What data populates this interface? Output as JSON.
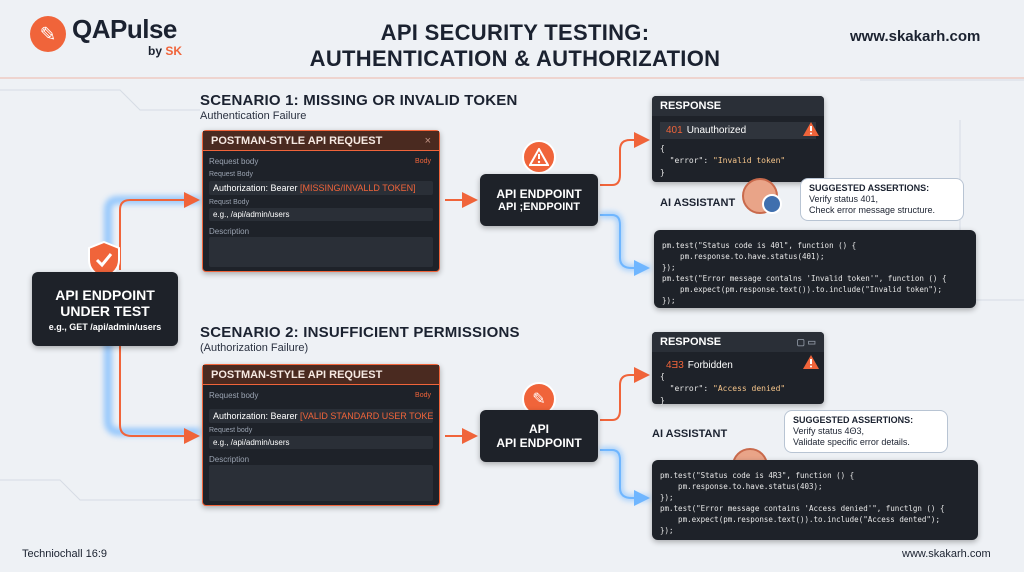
{
  "header": {
    "brand": "QAPulse",
    "brand_by": "by",
    "brand_sk": "SK",
    "title_line1": "API SECURITY TESTING:",
    "title_line2": "AUTHENTICATION & AUTHORIZATION",
    "site": "www.skakarh.com"
  },
  "main_endpoint": {
    "line1": "API ENDPOINT",
    "line2": "UNDER TEST",
    "line3": "e.g., GET /api/admin/users"
  },
  "scenario1": {
    "title": "SCENARIO 1: MISSING OR INVALID TOKEN",
    "subtitle": "Authentication Failure",
    "request": {
      "header": "POSTMAN-STYLE API REQUEST",
      "close": "×",
      "label_body": "Request body",
      "label_body_right": "Body",
      "label_req_body": "Request Body",
      "auth_prefix": "Authorization: Bearer ",
      "auth_token": "[MISSING/INVALLD TOKEN]",
      "label_req_body2": "Requst Body",
      "url": "e.g., /api/admin/users",
      "label_desc": "Description"
    },
    "endpoint": {
      "line1": "API ENDPOINT",
      "line2": "API ;ENDPOINT"
    },
    "response": {
      "header": "RESPONSE",
      "status_code": "401",
      "status_text": "Unauthorized",
      "body_open": "{",
      "body_key": "\"error\": ",
      "body_val": "\"Invalid token\"",
      "body_close": "}"
    },
    "ai_label": "AI ASSISTANT",
    "suggest_title": "SUGGESTED ASSERTIONS:",
    "suggest_l1": "Verify status 401,",
    "suggest_l2": "Check error message structure.",
    "code": [
      "pm.test(\"Status code is 4θl\", function () {",
      "    pm.response.to.have.status(4θ1);",
      "});",
      "pm.test(\"Error message contalns 'Invalid token'\", function () {",
      "    pm.expect(pm.response.text()).to.include(\"Invalid token\");",
      "});"
    ]
  },
  "scenario2": {
    "title": "SCENARIO 2: INSUFFICIENT PERMISSIONS",
    "subtitle": "(Authorization Failure)",
    "request": {
      "header": "POSTMAN-STYLE API REQUEST",
      "label_body": "Request body",
      "label_body_right": "Body",
      "auth_prefix": "Authorization: Bearer ",
      "auth_token": "[VALID STANDARD USER TOKEN]",
      "label_req_body": "Request body",
      "url": "e.g., /api/admin/users",
      "label_desc": "Description"
    },
    "endpoint": {
      "line1": "API",
      "line2": "API ENDPOINT"
    },
    "response": {
      "header": "RESPONSE",
      "status_code": "4Ǝ3",
      "status_text": "Forbidden",
      "body_open": "{",
      "body_key": "\"error\": ",
      "body_val": "\"Access denied\"",
      "body_close": "}"
    },
    "ai_label": "AI ASSISTANT",
    "suggest_title": "SUGGESTED ASSERTIONS:",
    "suggest_l1": "Verify status 4Θ3,",
    "suggest_l2": "Validate specific error details.",
    "code": [
      "pm.test(\"Status code is 4R3\", function () {",
      "    pm.response.to.have.status(403);",
      "});",
      "pm.test(\"Error message contains 'Access denied'\", functlgn () {",
      "    pm.expect(pm.response.text()).to.include(\"Access dented\");",
      "});"
    ]
  },
  "footer": {
    "left": "Techniochall 16:9",
    "right": "www.skakarh.com"
  },
  "colors": {
    "accent": "#f0643a",
    "dark": "#1e2229",
    "blue_arrow": "#6fb6ff"
  }
}
